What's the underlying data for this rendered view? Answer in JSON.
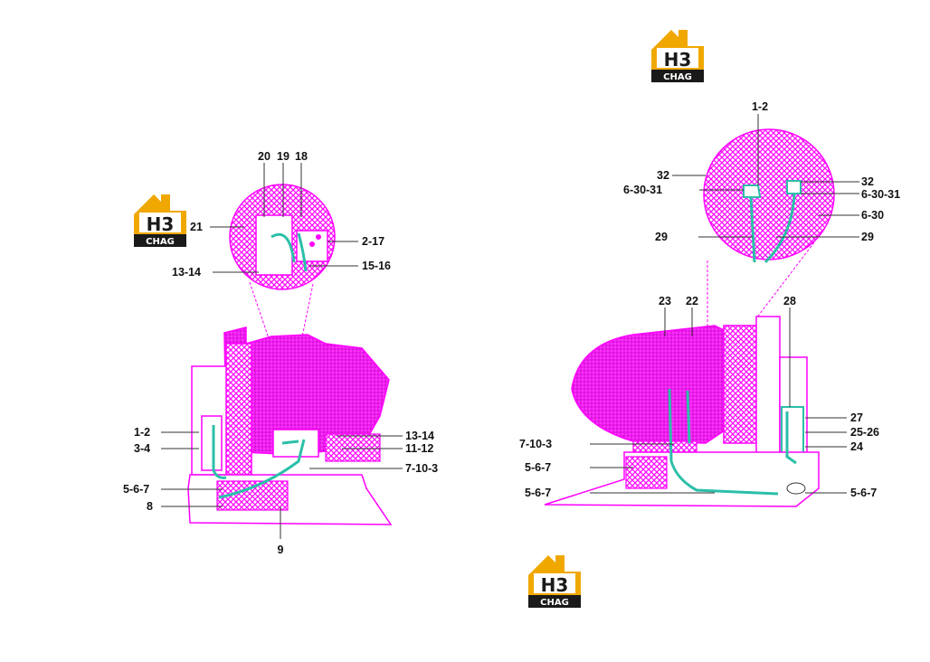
{
  "logo": {
    "mark": "H3",
    "sub": "CHAG"
  },
  "colors": {
    "engine": "#ff00ff",
    "hose": "#2bbfa8",
    "leader": "#333333",
    "logo_yellow": "#f0a800",
    "logo_dark": "#1a1a1a"
  },
  "left_view": {
    "callouts": {
      "c20": "20",
      "c19": "19",
      "c18": "18",
      "c21": "21",
      "c2_17": "2-17",
      "c13_14_top": "13-14",
      "c15_16": "15-16",
      "c1_2": "1-2",
      "c3_4": "3-4",
      "c5_6_7": "5-6-7",
      "c8": "8",
      "c9": "9",
      "c13_14": "13-14",
      "c11_12": "11-12",
      "c7_10_3": "7-10-3"
    }
  },
  "right_view": {
    "callouts": {
      "c1_2": "1-2",
      "c32_l": "32",
      "c6_30_31_l": "6-30-31",
      "c29_l": "29",
      "c32_r": "32",
      "c6_30_31_r": "6-30-31",
      "c6_30": "6-30",
      "c29_r": "29",
      "c23": "23",
      "c22": "22",
      "c28": "28",
      "c7_10_3": "7-10-3",
      "c5_6_7_a": "5-6-7",
      "c5_6_7_b": "5-6-7",
      "c27": "27",
      "c25_26": "25-26",
      "c24": "24",
      "c5_6_7_r": "5-6-7"
    }
  }
}
